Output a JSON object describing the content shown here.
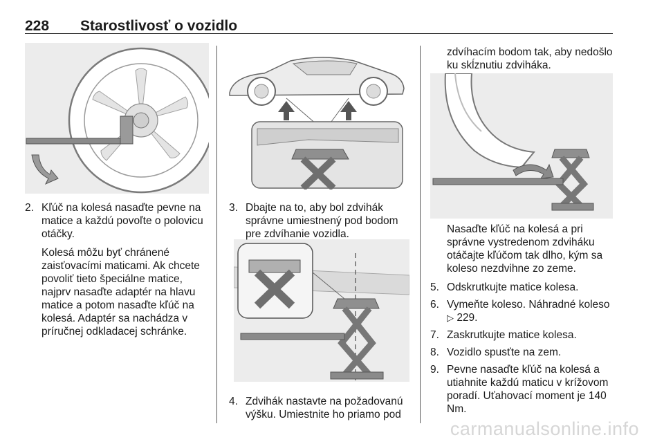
{
  "header": {
    "page_number": "228",
    "title": "Starostlivosť o vozidlo"
  },
  "col1": {
    "step2_num": "2.",
    "step2_text": "Kľúč na kolesá nasaďte pevne na matice a každú povoľte o polovicu otáčky.",
    "step2_note": "Kolesá môžu byť chránené zaisťovacími maticami. Ak chcete povoliť tieto špeciálne matice, najprv nasaďte adaptér na hlavu matice a potom nasaďte kľúč na kolesá. Adaptér sa nachádza v príručnej odkladacej schránke."
  },
  "col2": {
    "step3_num": "3.",
    "step3_text": "Dbajte na to, aby bol zdvihák správne umiestnený pod bodom pre zdvíhanie vozidla.",
    "step4_num": "4.",
    "step4_text": "Zdvihák nastavte na požadovanú výšku. Umiestnite ho priamo pod"
  },
  "col3": {
    "cont_text": "zdvíhacím bodom tak, aby nedošlo ku skĺznutiu zdviháka.",
    "note_text": "Nasaďte kľúč na kolesá a pri správne vystredenom zdviháku otáčajte kľúčom tak dlho, kým sa koleso nezdvihne zo zeme.",
    "steps": [
      {
        "num": "5.",
        "text": "Odskrutkujte matice kolesa."
      },
      {
        "num": "6.",
        "text": "Vymeňte koleso. Náhradné koleso",
        "ref_icon": "page-ref-icon",
        "ref": "229."
      },
      {
        "num": "7.",
        "text": "Zaskrutkujte matice kolesa."
      },
      {
        "num": "8.",
        "text": "Vozidlo spusťte na zem."
      },
      {
        "num": "9.",
        "text": "Pevne nasaďte kľúč na kolesá a utiahnite každú maticu v krížovom poradí. Uťahovací moment je 140 Nm."
      }
    ]
  },
  "watermark": "carmanualsonline.info"
}
